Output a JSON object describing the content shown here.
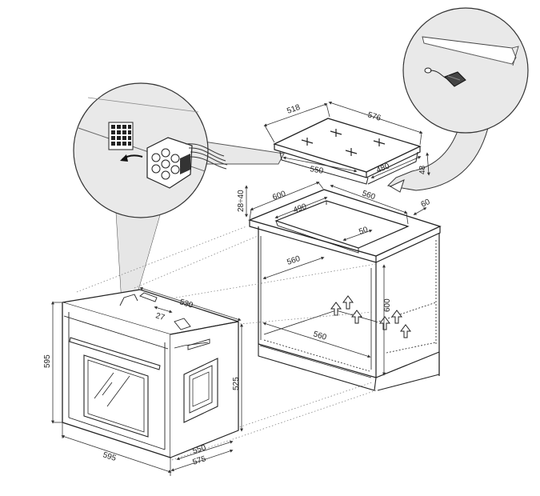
{
  "diagram": {
    "hob": {
      "width": "518",
      "depth": "576",
      "cutout_width": "550",
      "cutout_depth": "480",
      "height": "48"
    },
    "countertop": {
      "overall_width": "600",
      "inner_width": "490",
      "depth": "560",
      "rear_gap": "60",
      "front_offset": "50",
      "top_clearance": "28÷40"
    },
    "cabinet": {
      "inner_width": "560",
      "bottom_width": "560",
      "height": "600"
    },
    "oven": {
      "depth": "530",
      "top_offset": "27",
      "height": "595",
      "width": "595",
      "body_height": "525",
      "depth_inner": "550",
      "depth_total": "575"
    }
  }
}
